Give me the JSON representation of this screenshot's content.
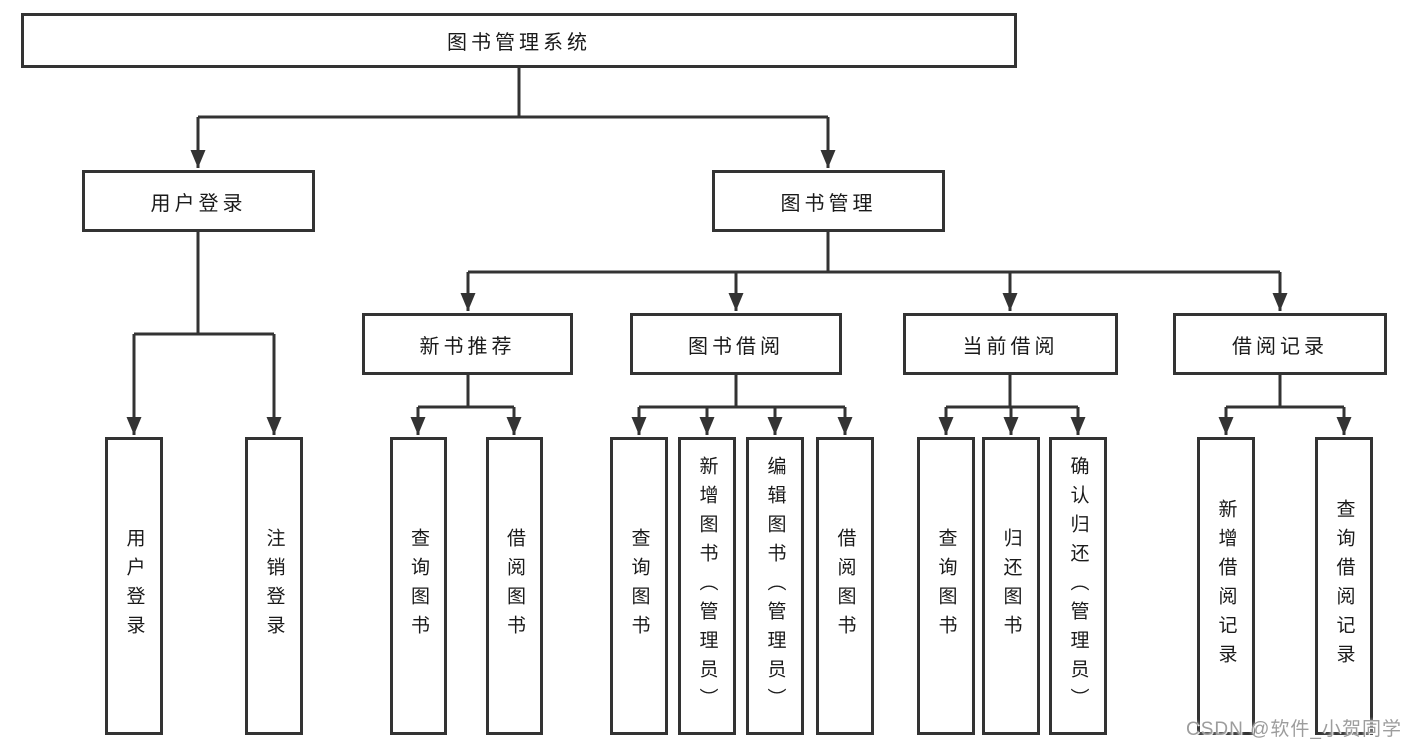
{
  "diagram": {
    "type": "tree",
    "tree": {
      "root": {
        "label": "图书管理系统",
        "children": [
          {
            "label": "用户登录",
            "children": [
              {
                "label": "用户登录"
              },
              {
                "label": "注销登录"
              }
            ]
          },
          {
            "label": "图书管理",
            "children": [
              {
                "label": "新书推荐",
                "children": [
                  {
                    "label": "查询图书"
                  },
                  {
                    "label": "借阅图书"
                  }
                ]
              },
              {
                "label": "图书借阅",
                "children": [
                  {
                    "label": "查询图书"
                  },
                  {
                    "label": "新增图书（管理员）"
                  },
                  {
                    "label": "编辑图书（管理员）"
                  },
                  {
                    "label": "借阅图书"
                  }
                ]
              },
              {
                "label": "当前借阅",
                "children": [
                  {
                    "label": "查询图书"
                  },
                  {
                    "label": "归还图书"
                  },
                  {
                    "label": "确认归还（管理员）"
                  }
                ]
              },
              {
                "label": "借阅记录",
                "children": [
                  {
                    "label": "新增借阅记录"
                  },
                  {
                    "label": "查询借阅记录"
                  }
                ]
              }
            ]
          }
        ]
      }
    },
    "colors": {
      "line": "#333333",
      "box_border": "#333333",
      "box_background": "#ffffff",
      "text": "#1a1a1a",
      "watermark": "#9d9d9d"
    }
  },
  "watermark": {
    "text": "CSDN @软件_小贺同学"
  }
}
